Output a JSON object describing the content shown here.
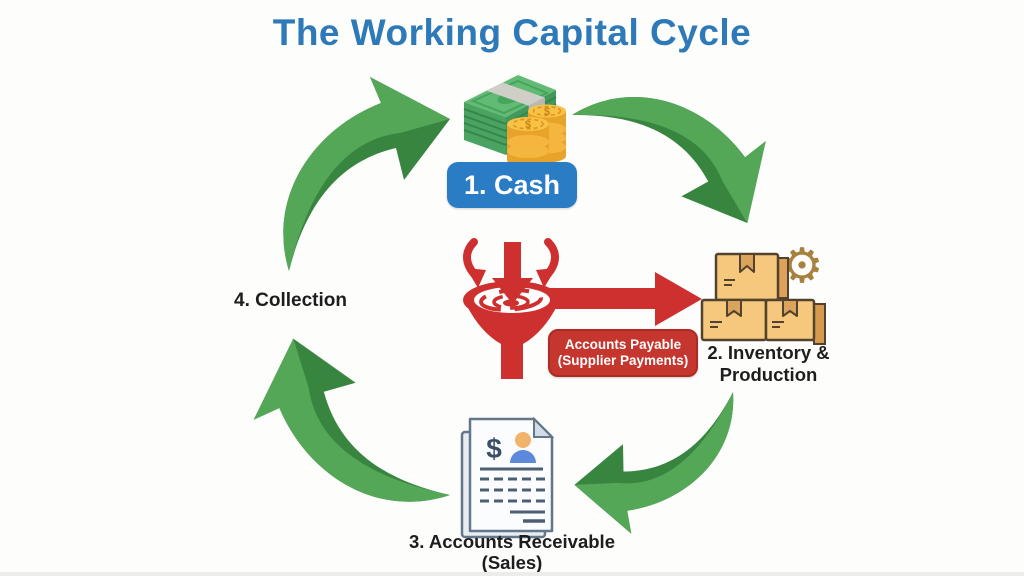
{
  "title": {
    "text": "The Working Capital Cycle",
    "color": "#2e79b7"
  },
  "cycle": {
    "arrow_color_light": "#55a758",
    "arrow_color_dark": "#388540",
    "stages": [
      {
        "id": "cash",
        "order": "1",
        "label": "1. Cash",
        "icon": "cash-stack-and-coins-icon",
        "badge_bg": "#2a7cc4",
        "badge_text_color": "#ffffff"
      },
      {
        "id": "inventory-production",
        "order": "2",
        "label_line1": "2. Inventory &",
        "label_line2": "Production",
        "icon": "inventory-boxes-and-gear-icon",
        "text_color": "#1d1d1d"
      },
      {
        "id": "accounts-receivable",
        "order": "3",
        "label_line1": "3. Accounts Receivable",
        "label_line2": "(Sales)",
        "icon": "invoice-document-icon",
        "text_color": "#1d1d1d"
      },
      {
        "id": "collection",
        "order": "4",
        "label": "4. Collection",
        "text_color": "#1d1d1d"
      }
    ]
  },
  "center_flow": {
    "icon": "funnel-with-inflow-arrows-icon",
    "outflow_icon": "big-right-arrow-icon",
    "color": "#ce3030",
    "label": {
      "line1": "Accounts Payable",
      "line2": "(Supplier Payments)",
      "bg": "#c5372e",
      "text_color": "#ffffff"
    }
  },
  "icons": {
    "gear_glyph": "⚙",
    "dollar": "$"
  }
}
